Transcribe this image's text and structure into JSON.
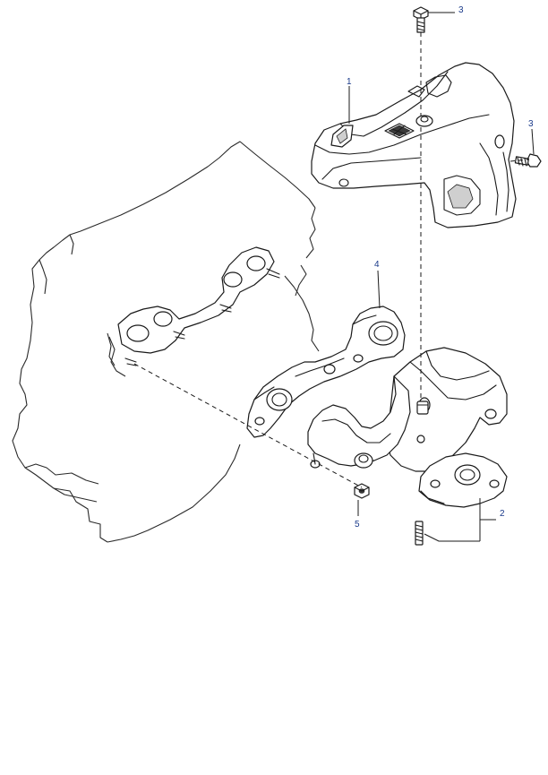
{
  "diagram": {
    "callouts": [
      {
        "number": "1",
        "part": "heat-shield-upper"
      },
      {
        "number": "2",
        "part": "stud"
      },
      {
        "number": "3",
        "part": "bolt-top"
      },
      {
        "number": "3",
        "part": "bolt-side"
      },
      {
        "number": "4",
        "part": "gasket"
      },
      {
        "number": "5",
        "part": "nut"
      }
    ]
  },
  "colors": {
    "line": "#1a1a1a",
    "callout_text": "#1a3a8a",
    "background": "#ffffff"
  }
}
